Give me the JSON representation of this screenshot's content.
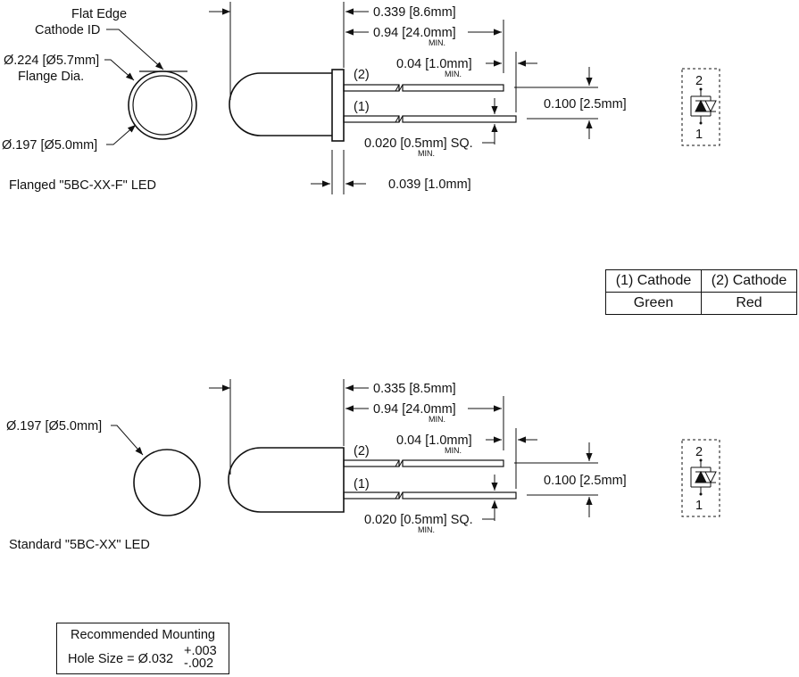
{
  "flanged": {
    "note_flat_edge_1": "Flat Edge",
    "note_flat_edge_2": "Cathode ID",
    "flange_dia_1": "Ø.224 [Ø5.7mm]",
    "flange_dia_2": "Flange Dia.",
    "body_dia": "Ø.197 [Ø5.0mm]",
    "caption": "Flanged \"5BC-XX-F\" LED",
    "dim_overall": "0.339 [8.6mm]",
    "dim_lead_len": "0.94 [24.0mm]",
    "dim_lead_len_sub": "MIN.",
    "dim_short": "0.04 [1.0mm]",
    "dim_short_sub": "MIN.",
    "dim_pitch": "0.100 [2.5mm]",
    "dim_lead_sq": "0.020 [0.5mm] SQ.",
    "dim_lead_sq_sub": "MIN.",
    "dim_flange": "0.039 [1.0mm]",
    "lead_2": "(2)",
    "lead_1": "(1)",
    "sym_top": "2",
    "sym_bottom": "1"
  },
  "standard": {
    "body_dia": "Ø.197 [Ø5.0mm]",
    "caption": "Standard \"5BC-XX\" LED",
    "dim_overall": "0.335 [8.5mm]",
    "dim_lead_len": "0.94 [24.0mm]",
    "dim_lead_len_sub": "MIN.",
    "dim_short": "0.04 [1.0mm]",
    "dim_short_sub": "MIN.",
    "dim_pitch": "0.100 [2.5mm]",
    "dim_lead_sq": "0.020 [0.5mm] SQ.",
    "dim_lead_sq_sub": "MIN.",
    "lead_2": "(2)",
    "lead_1": "(1)",
    "sym_top": "2",
    "sym_bottom": "1"
  },
  "cathode_table": {
    "headers": [
      "(1) Cathode",
      "(2) Cathode"
    ],
    "values": [
      "Green",
      "Red"
    ]
  },
  "mounting": {
    "line1": "Recommended Mounting",
    "line2": "Hole Size = Ø.032",
    "tol_plus": "+.003",
    "tol_minus": "-.002"
  }
}
